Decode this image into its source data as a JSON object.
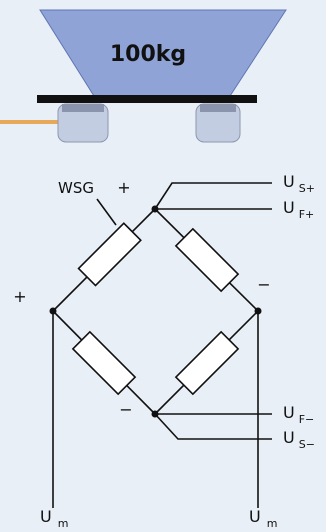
{
  "scale": {
    "weight_label": "100kg",
    "hopper_color": "#8fa3d6",
    "platform_color": "#111111",
    "load_cell_color": "#c3cde2",
    "cable_color": "#e8a85a"
  },
  "bridge": {
    "gauge_label": "WSG",
    "plus_top": "+",
    "plus_left": "+",
    "minus_right": "−",
    "minus_bottom": "−",
    "us_plus": {
      "main": "U",
      "sub": "S+"
    },
    "uf_plus": {
      "main": "U",
      "sub": "F+"
    },
    "uf_minus": {
      "main": "U",
      "sub": "F−"
    },
    "us_minus": {
      "main": "U",
      "sub": "S−"
    },
    "um_left": {
      "main": "U",
      "sub": "m"
    },
    "um_right": {
      "main": "U",
      "sub": "m"
    }
  },
  "colors": {
    "background": "#e8eff7",
    "wire": "#111111",
    "resistor_fill": "#ffffff"
  }
}
